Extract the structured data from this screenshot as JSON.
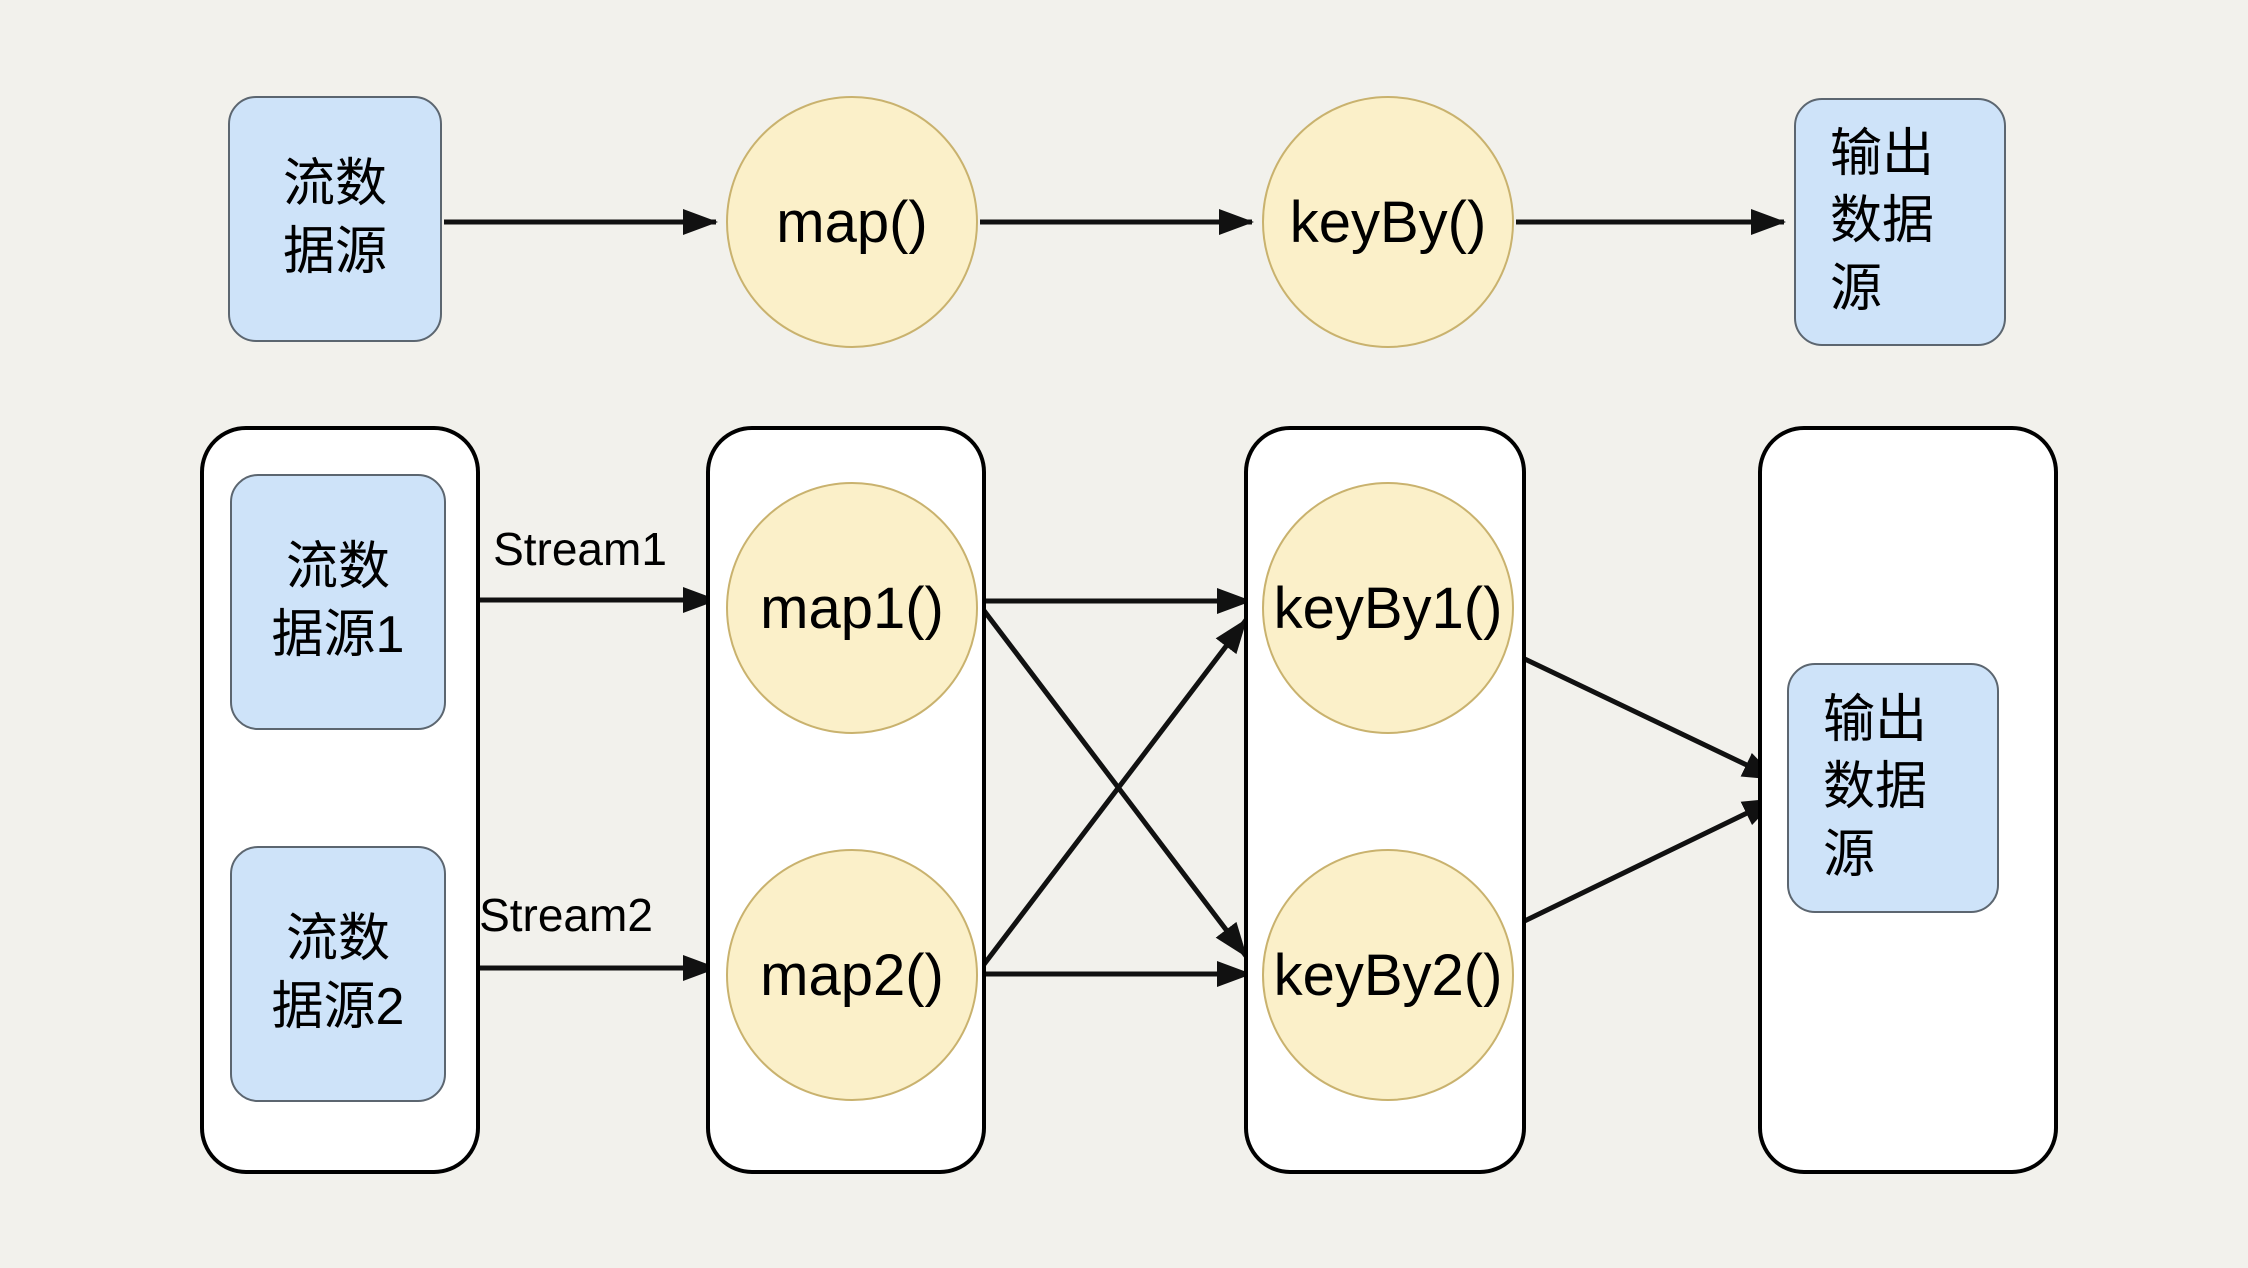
{
  "colors": {
    "background": "#F2F1EC",
    "node_blue_fill": "#CEE3F9",
    "node_blue_border": "#5C6670",
    "node_yellow_fill": "#FBF0C9",
    "node_yellow_border": "#C9B26E",
    "container_fill": "#FFFFFF",
    "container_border": "#000000",
    "arrow": "#111111"
  },
  "simple_flow": {
    "source_label": "流数\n据源",
    "map_label": "map()",
    "keyby_label": "keyBy()",
    "sink_label": "输出\n数据\n源"
  },
  "parallel_flow": {
    "source1_label": "流数\n据源1",
    "source2_label": "流数\n据源2",
    "map1_label": "map1()",
    "map2_label": "map2()",
    "keyby1_label": "keyBy1()",
    "keyby2_label": "keyBy2()",
    "sink_label": "输出\n数据\n源",
    "stream1_label": "Stream1",
    "stream2_label": "Stream2"
  }
}
